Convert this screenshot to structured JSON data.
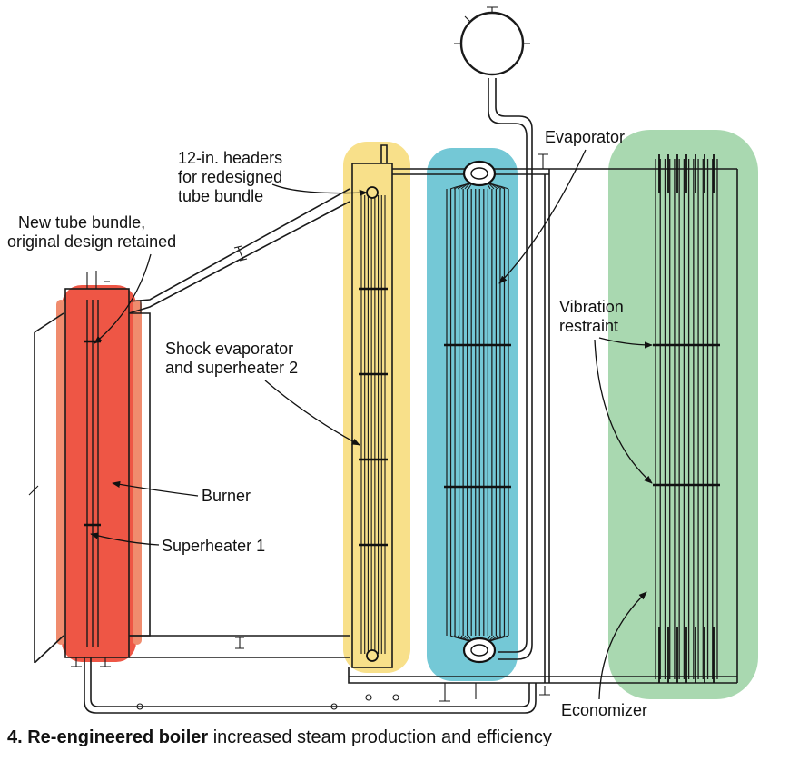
{
  "labels": {
    "headers": [
      "12-in. headers",
      "for redesigned",
      "tube bundle"
    ],
    "new_bundle": [
      "New tube bundle,",
      "original design retained"
    ],
    "evaporator": "Evaporator",
    "vibration": [
      "Vibration",
      "restraint"
    ],
    "shock": [
      "Shock evaporator",
      "and superheater 2"
    ],
    "burner": "Burner",
    "superheater1": "Superheater 1",
    "economizer": "Economizer"
  },
  "caption": {
    "bold": "4. Re-engineered boiler",
    "rest": " increased steam production and efficiency"
  },
  "colors": {
    "superheater1_zone": "#ee5645",
    "shock_zone": "#f8e08a",
    "evaporator_zone": "#74c8d6",
    "economizer_zone": "#a9d8b0"
  }
}
